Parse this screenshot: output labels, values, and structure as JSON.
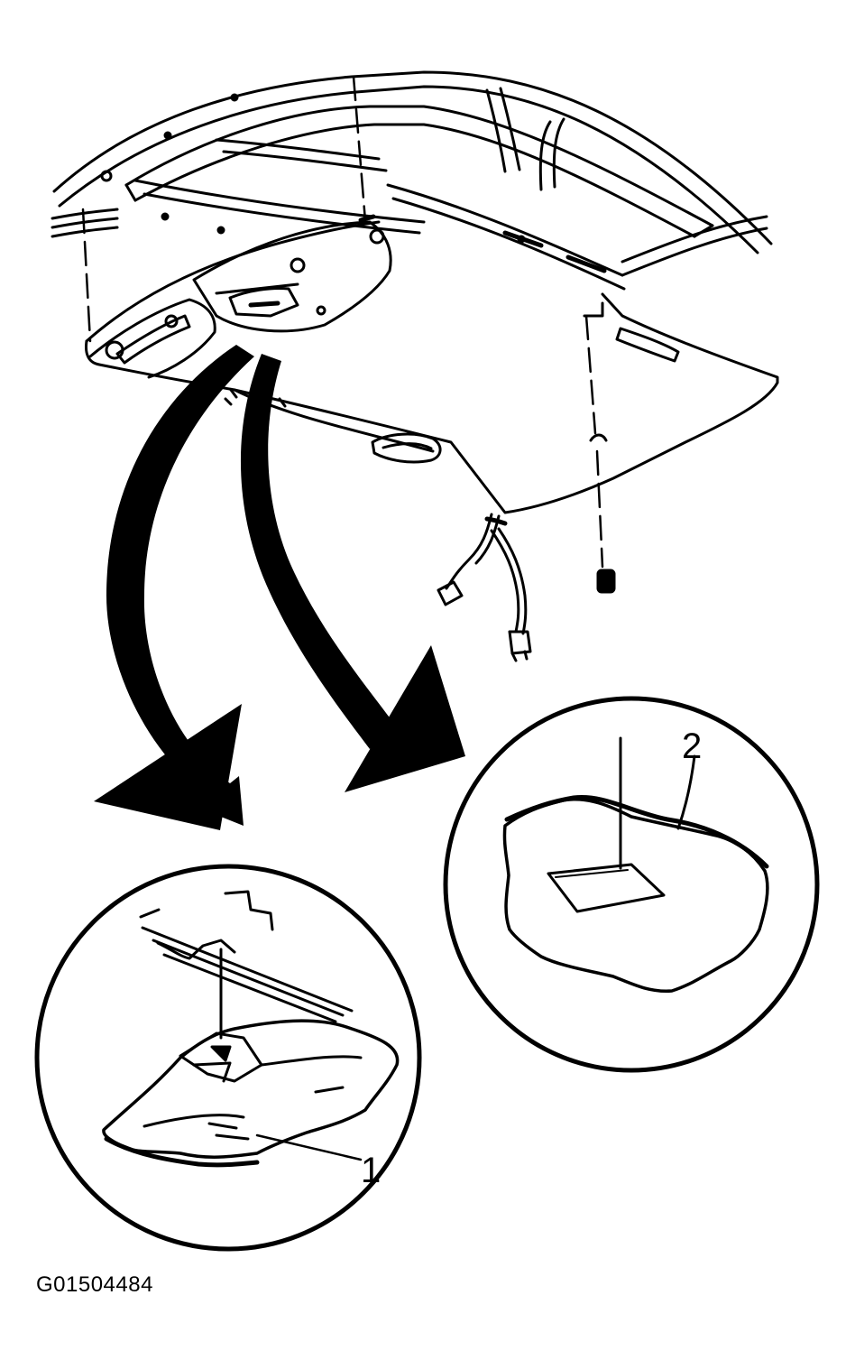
{
  "figure": {
    "id_label": "G01504484",
    "callouts": [
      {
        "number": "1"
      },
      {
        "number": "2"
      }
    ]
  },
  "colors": {
    "line": "#000000",
    "background": "#ffffff"
  }
}
